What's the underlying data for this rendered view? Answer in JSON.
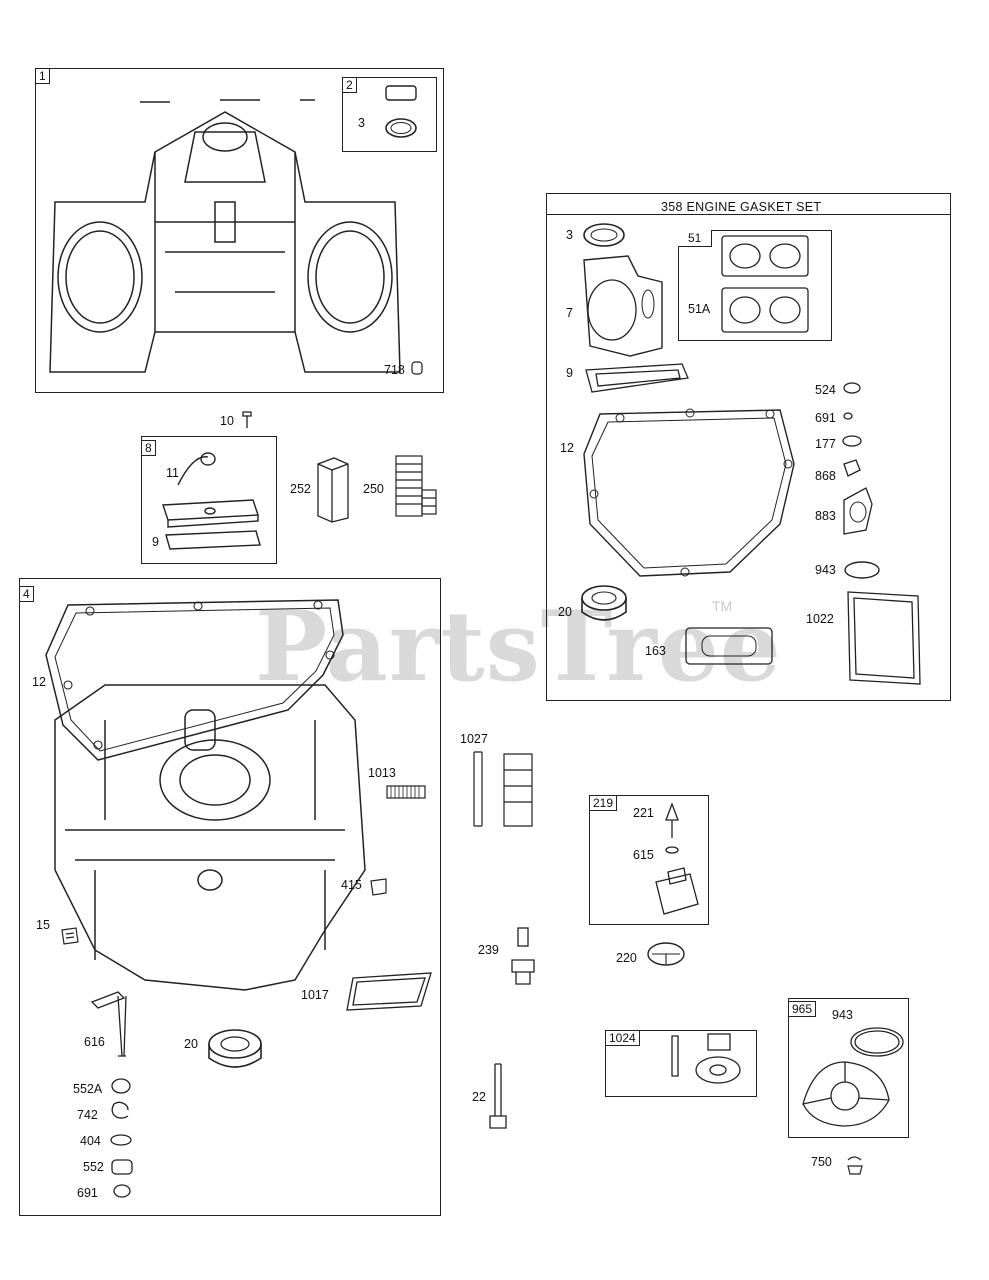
{
  "watermark": {
    "text": "PartsTree",
    "tm": "TM"
  },
  "group_1": {
    "tag": "1",
    "sub_tag": "2",
    "labels": {
      "p3": "3",
      "p718": "718"
    }
  },
  "loose_10": "10",
  "group_8": {
    "tag": "8",
    "labels": {
      "p11": "11",
      "p9": "9"
    }
  },
  "loose_252": "252",
  "loose_250": "250",
  "group_4": {
    "tag": "4",
    "labels": {
      "p12": "12",
      "p1013": "1013",
      "p415": "415",
      "p15": "15",
      "p1017": "1017",
      "p616": "616",
      "p20": "20",
      "p552A": "552A",
      "p742": "742",
      "p404": "404",
      "p552": "552",
      "p691": "691"
    }
  },
  "gasket_set": {
    "title": "358 ENGINE GASKET SET",
    "sub_tag": "51",
    "labels": {
      "p3": "3",
      "p7": "7",
      "p51A": "51A",
      "p9": "9",
      "p524": "524",
      "p691": "691",
      "p177": "177",
      "p12": "12",
      "p868": "868",
      "p883": "883",
      "p943": "943",
      "p20": "20",
      "p1022": "1022",
      "p163": "163"
    }
  },
  "loose_1027": "1027",
  "group_219": {
    "tag": "219",
    "labels": {
      "p221": "221",
      "p615": "615"
    }
  },
  "loose_239": "239",
  "loose_220": "220",
  "loose_22": "22",
  "group_1024": {
    "tag": "1024"
  },
  "group_965": {
    "tag": "965",
    "labels": {
      "p943": "943"
    }
  },
  "loose_750": "750"
}
